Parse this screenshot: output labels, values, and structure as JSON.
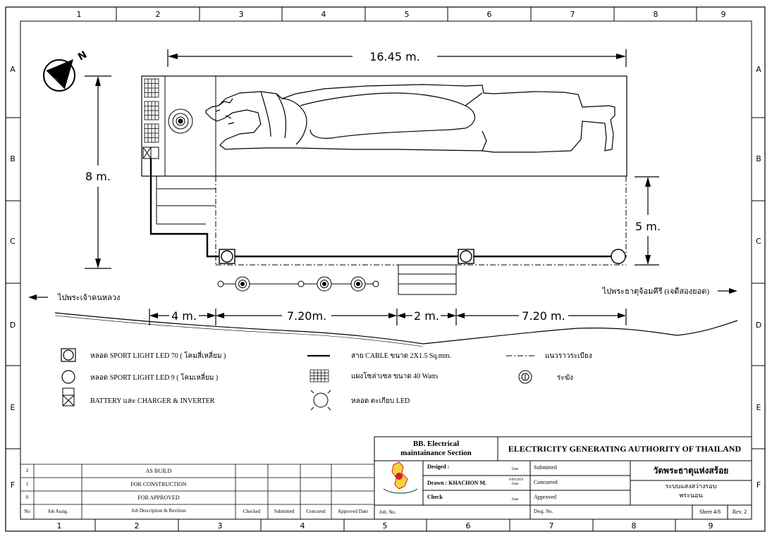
{
  "grid": {
    "columns": [
      "1",
      "2",
      "3",
      "4",
      "5",
      "6",
      "7",
      "8",
      "9"
    ],
    "rows": [
      "A",
      "B",
      "C",
      "D",
      "E",
      "F"
    ]
  },
  "dimensions": {
    "total_length": "16.45 m.",
    "height_left": "8 m.",
    "height_right": "5 m.",
    "seg1": "4 m.",
    "seg2": "7.20m.",
    "seg3": "2 m.",
    "seg4": "7.20 m."
  },
  "directions": {
    "left": "ไปพระเจ้าคนหลวง",
    "right": "ไปพระธาตุจ้อมคีรี (เจดีสองยอด)"
  },
  "north": "N",
  "legend": {
    "flood70": "หลอด SPORT LIGHT LED 70 ( โคมสี่เหลี่ยม )",
    "flood9": "หลอด SPORT LIGHT LED 9 ( โคมเหลี่ยม )",
    "battery": "BATTERY และ CHARGER & INVERTER",
    "cable": "สาย CABLE ขนาด 2X1.5 Sq.mm.",
    "solar": "แผงโซล่าเซล ขนาด 40 Watts",
    "bulb": "หลอด ตะเกียบ  LED",
    "fence": "แนวราวระเบียง",
    "bell": "ระฆัง"
  },
  "title_block": {
    "section": "BB. Electrical maintainance Section",
    "section_line1": "BB. Electrical",
    "section_line2": "maintainance Section",
    "company": "ELECTRICITY GENERATING AUTHORITY OF THAILAND",
    "designed_label": "Desiged :",
    "drawn_label": "Drawn : KHACHON  M.",
    "drawn_date": "6/09/2019",
    "check_label": "Check",
    "date_label": "Date",
    "submitted": "Submitted",
    "concurred": "Concurred",
    "approved": "Approved",
    "project": "วัดพระธาตุแห่งสร้อย",
    "subtitle1": "ระบบแสงสว่างรอบ",
    "subtitle2": "พระนอน",
    "sheet": "Sheet  4/8",
    "rev": "Rev. 2",
    "job_no": "Job. No.",
    "dwg_no": "Dwg. No."
  },
  "revisions": {
    "rows": [
      {
        "no": "2",
        "desc": "AS BUILD"
      },
      {
        "no": "1",
        "desc": "FOR  CONSTRUCTION"
      },
      {
        "no": "0",
        "desc": "FOR  APPROVED"
      }
    ],
    "headers": {
      "no": "No",
      "job": "Job Assig.",
      "desc": "Job Description & Revition",
      "checked": "Checked",
      "submitted": "Submitted",
      "concured": "Concured",
      "approved_date": "Approved Date"
    }
  }
}
